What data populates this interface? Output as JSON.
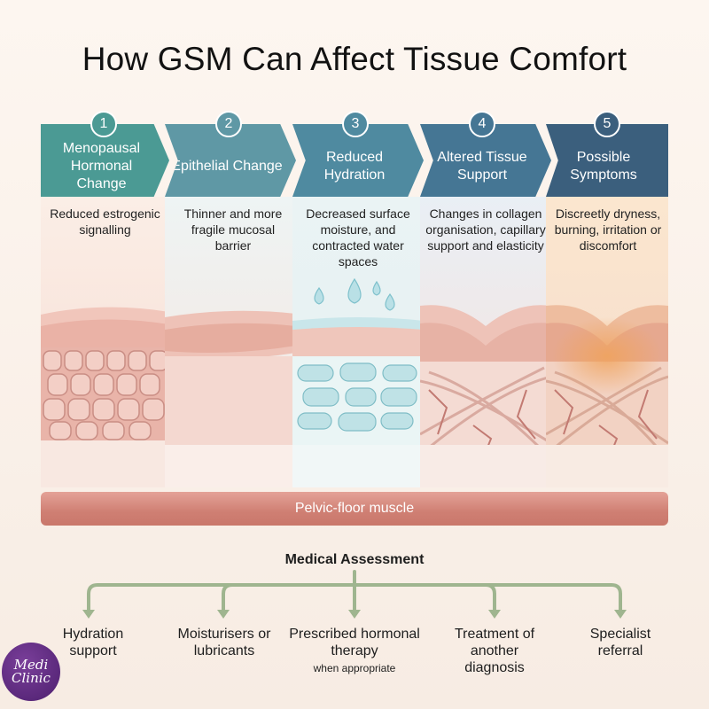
{
  "title": "How GSM Can Affect Tissue Comfort",
  "steps": [
    {
      "number": "1",
      "header": "Menopausal Hormonal Change",
      "description": "Reduced estrogenic signalling",
      "color": "#4b9a94"
    },
    {
      "number": "2",
      "header": "Epithelial Change",
      "description": "Thinner and more fragile mucosal barrier",
      "color": "#5f98a5"
    },
    {
      "number": "3",
      "header": "Reduced Hydration",
      "description": "Decreased surface moisture, and contracted water spaces",
      "color": "#4f8aa0"
    },
    {
      "number": "4",
      "header": "Altered Tissue Support",
      "description": "Changes in collagen organisation, capillary support and elasticity",
      "color": "#457694"
    },
    {
      "number": "5",
      "header": "Possible Symptoms",
      "description": "Discreetly dryness, burning, irritation or discomfort",
      "color": "#3b5f7d"
    }
  ],
  "muscle_label": "Pelvic-floor muscle",
  "assessment": {
    "title": "Medical Assessment",
    "options": [
      {
        "label": "Hydration support",
        "note": ""
      },
      {
        "label": "Moisturisers or lubricants",
        "note": ""
      },
      {
        "label": "Prescribed hormonal therapy",
        "note": "when appropriate"
      },
      {
        "label": "Treatment of another diagnosis",
        "note": ""
      },
      {
        "label": "Specialist referral",
        "note": ""
      }
    ],
    "line_color": "#9fb58f"
  },
  "logo": {
    "line1": "Medi",
    "line2": "Clinic"
  }
}
